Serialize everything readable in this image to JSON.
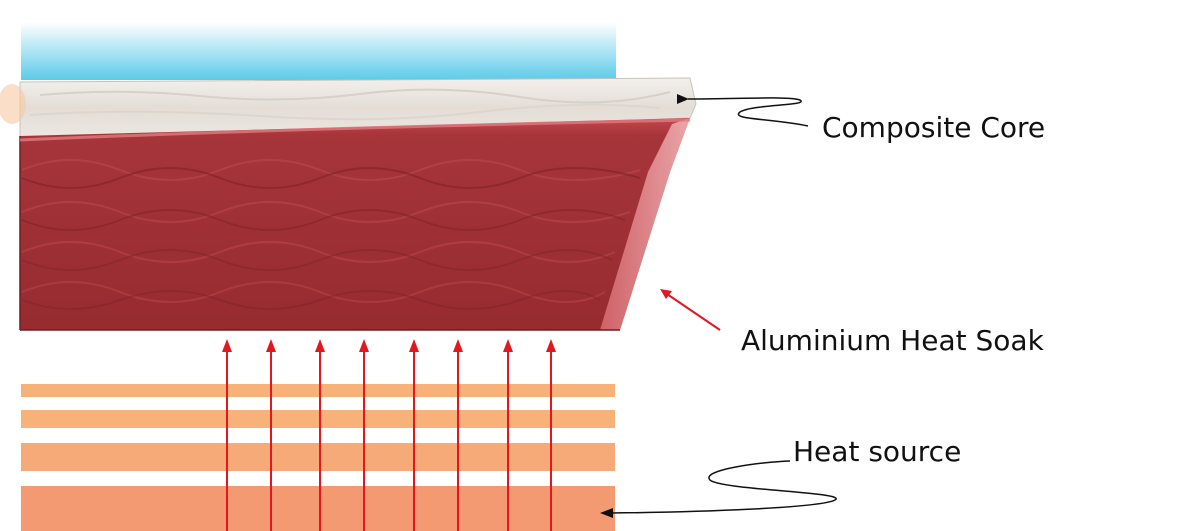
{
  "labels": {
    "composite_core": "Composite Core",
    "aluminium_heat_soak": "Aluminium Heat Soak",
    "heat_source": "Heat source"
  },
  "colors": {
    "sky_top": "#ffffff",
    "sky_bottom": "#5ccbe9",
    "core": "#e9e4de",
    "aluminium": "#9b2f33",
    "aluminium_highlight": "#c95258",
    "heat_band_light": "#f7b27a",
    "heat_band_dark": "#f39a72",
    "heat_arrow": "#e4161e",
    "pointer": "#111111"
  },
  "heat_arrows": {
    "count": 8
  },
  "heat_bands": {
    "count": 4
  }
}
